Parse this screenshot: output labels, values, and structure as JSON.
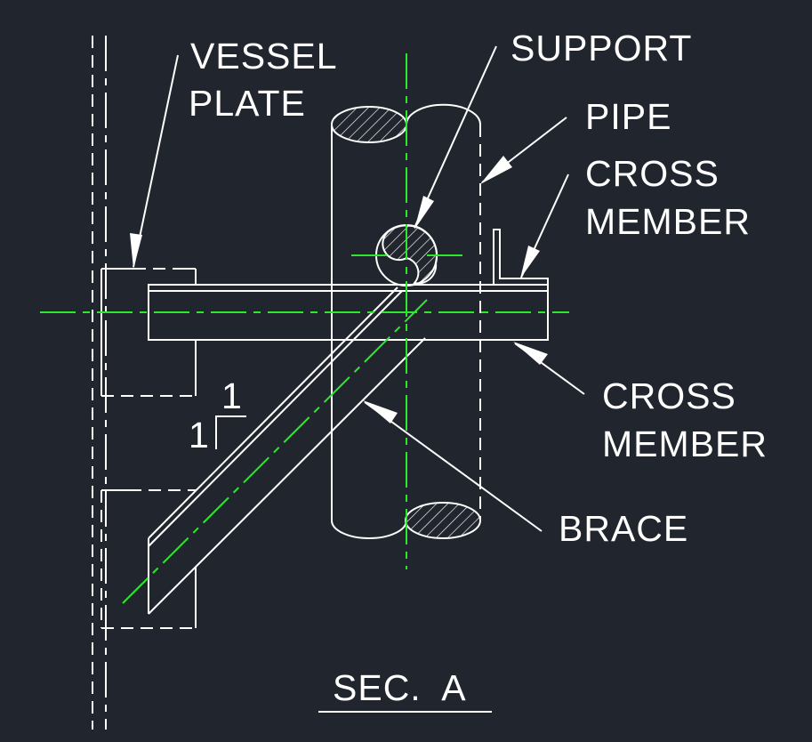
{
  "title": "SEC.  A",
  "labels": {
    "vessel_plate": [
      "VESSEL",
      "PLATE"
    ],
    "support": "SUPPORT",
    "pipe": "PIPE",
    "cross_member_top": [
      "CROSS",
      "MEMBER"
    ],
    "cross_member_bottom": [
      "CROSS",
      "MEMBER"
    ],
    "brace": "BRACE",
    "slope_rise": "1",
    "slope_run": "1"
  },
  "colors": {
    "background": "#21262e",
    "lines": "#ffffff",
    "centerlines": "#2ee82e"
  }
}
